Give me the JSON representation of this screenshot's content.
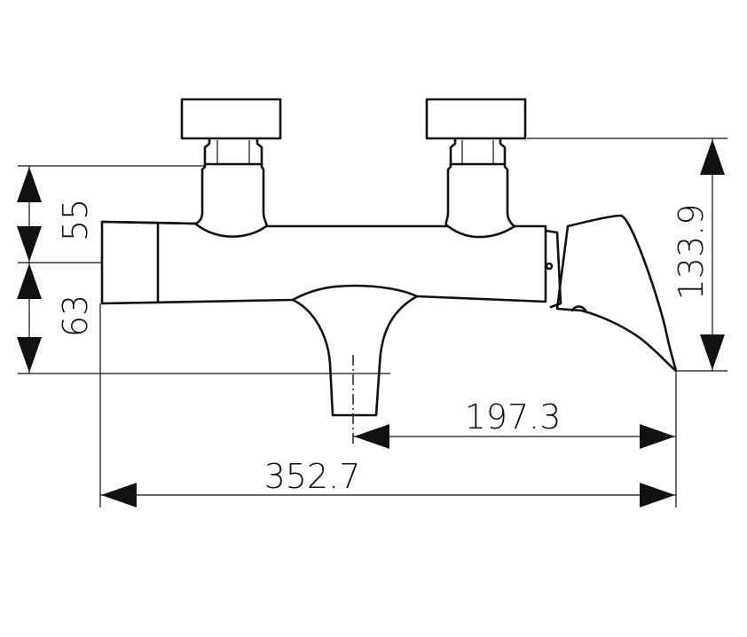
{
  "drawing": {
    "subject": "bath mixer side view",
    "dimensions": {
      "upper_height": "55",
      "lower_height": "63",
      "total_height": "133.9",
      "spout_offset": "197.3",
      "overall_length": "352.7"
    },
    "colors": {
      "line": "#111111",
      "background": "#ffffff"
    }
  }
}
